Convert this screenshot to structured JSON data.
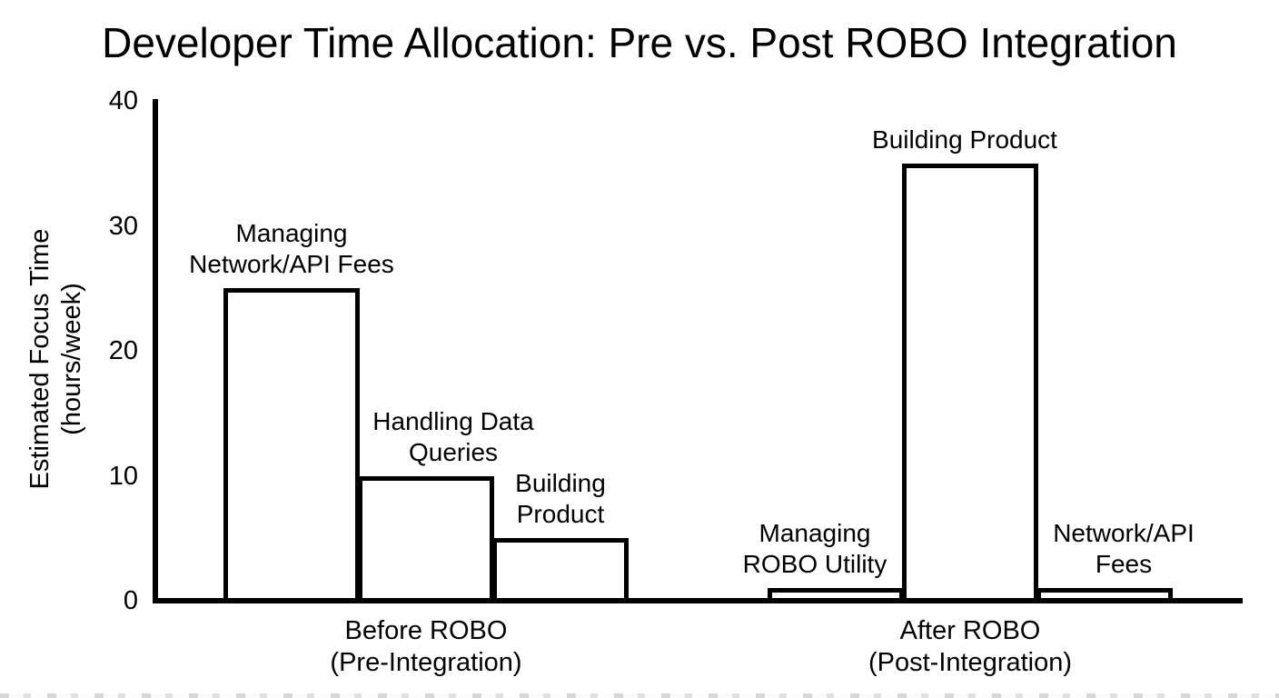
{
  "chart_data": {
    "type": "bar",
    "title": "Developer Time Allocation: Pre vs. Post ROBO Integration",
    "ylabel": "Estimated Focus Time\n(hours/week)",
    "xlabel": "",
    "ylim": [
      0,
      40
    ],
    "yticks": [
      0,
      10,
      20,
      30,
      40
    ],
    "grid": false,
    "legend": false,
    "colors": {
      "background": "#ffffff",
      "axis": "#000000",
      "bar_fill": "#ffffff",
      "bar_stroke": "#000000",
      "text": "#000000"
    },
    "groups": [
      {
        "label": "Before ROBO\n(Pre-Integration)",
        "bars": [
          {
            "label": "Managing\nNetwork/API Fees",
            "value": 25
          },
          {
            "label": "Handling Data\nQueries",
            "value": 10
          },
          {
            "label": "Building\nProduct",
            "value": 5
          }
        ]
      },
      {
        "label": "After ROBO\n(Post-Integration)",
        "bars": [
          {
            "label": "Managing\nROBO Utility",
            "value": 1
          },
          {
            "label": "Building Product",
            "value": 35
          },
          {
            "label": "Network/API\nFees",
            "value": 1
          }
        ]
      }
    ]
  }
}
